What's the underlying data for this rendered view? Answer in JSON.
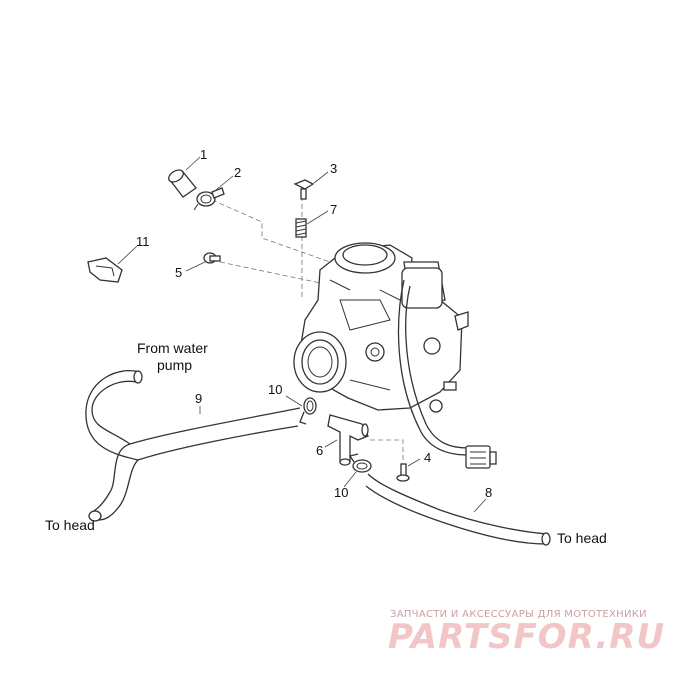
{
  "callouts": {
    "c1": "1",
    "c2": "2",
    "c3": "3",
    "c4": "4",
    "c5": "5",
    "c6": "6",
    "c7": "7",
    "c8": "8",
    "c9": "9",
    "c10a": "10",
    "c10b": "10",
    "c11": "11"
  },
  "labels": {
    "from_water_line1": "From water",
    "from_water_line2": "pump",
    "to_head_left": "To head",
    "to_head_right": "To head"
  },
  "watermark": {
    "tagline": "ЗАПЧАСТИ И АКСЕССУАРЫ ДЛЯ МОТОТЕХНИКИ",
    "brand": "PARTSFOR.RU",
    "color": "#f2c6c6"
  },
  "icons": [
    "sleeve-icon",
    "hose-clamp-icon",
    "screw-icon",
    "spring-icon",
    "clip-icon",
    "carburetor-icon",
    "hose-fitting-icon",
    "connector-icon"
  ]
}
